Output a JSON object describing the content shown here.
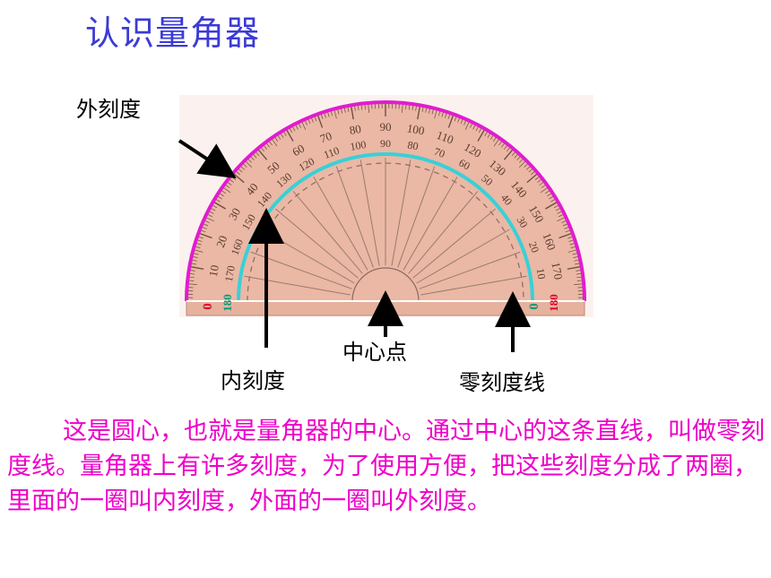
{
  "title": "认识量角器",
  "labels": {
    "outer": "外刻度",
    "inner": "内刻度",
    "center": "中心点",
    "zero_line": "零刻度线"
  },
  "scale": {
    "outer_ticks": [
      "0",
      "10",
      "20",
      "30",
      "40",
      "50",
      "60",
      "70",
      "80",
      "90",
      "100",
      "110",
      "120",
      "130",
      "140",
      "150",
      "160",
      "170",
      "180"
    ],
    "inner_ticks": [
      "180",
      "170",
      "160",
      "150",
      "140",
      "130",
      "120",
      "110",
      "100",
      "90",
      "80",
      "70",
      "60",
      "50",
      "40",
      "30",
      "20",
      "10",
      "0"
    ],
    "outer_color": "#e01cd0",
    "inner_color": "#38d0d8",
    "end_label_red": "#e0002a",
    "end_label_teal": "#0a9a7a"
  },
  "paragraph": "这是圆心，也就是量角器的中心。通过中心的这条直线，叫做零刻度线。量角器上有许多刻度，为了使用方便，把这些刻度分成了两圈，里面的一圈叫内刻度，外面的一圈叫外刻度。"
}
